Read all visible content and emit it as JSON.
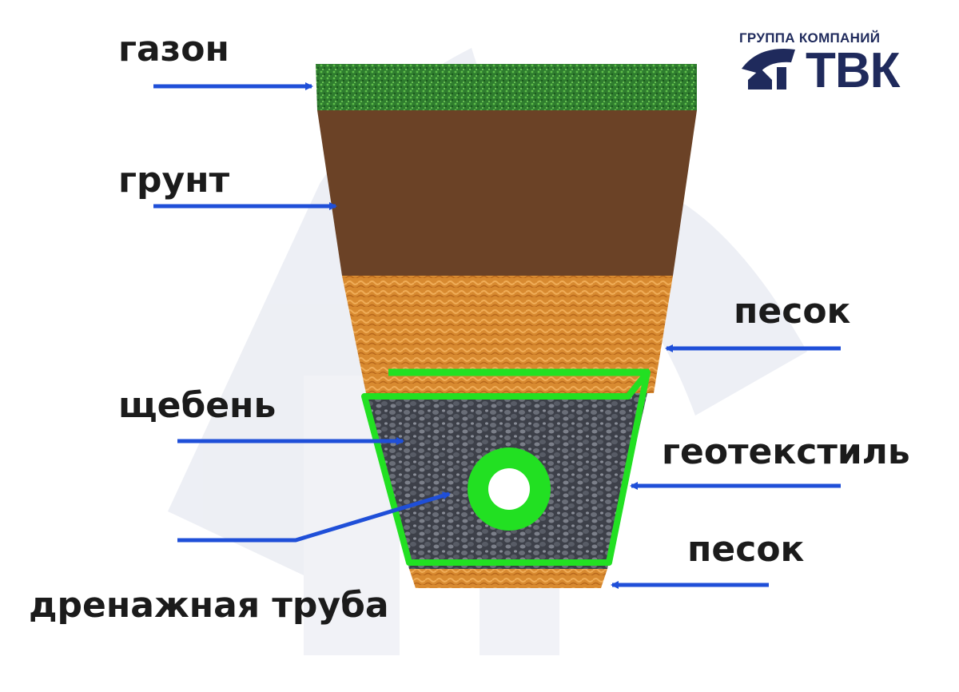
{
  "logo": {
    "caption": "ГРУППА КОМПАНИЙ",
    "name": "ТВК",
    "color": "#1f2a5c"
  },
  "labels": {
    "lawn": "газон",
    "soil": "грунт",
    "sand_top": "песок",
    "gravel": "щебень",
    "geotextile": "геотекстиль",
    "sand_bottom": "песок",
    "pipe": "дренажная труба"
  },
  "colors": {
    "arrow": "#1f4fd8",
    "geotextile": "#22e022",
    "lawn": "#2c7a2c",
    "soil": "#6b4226",
    "sand": "#d98a2e",
    "gravel": "#4b4e57",
    "watermark": "#dfe2ec"
  }
}
